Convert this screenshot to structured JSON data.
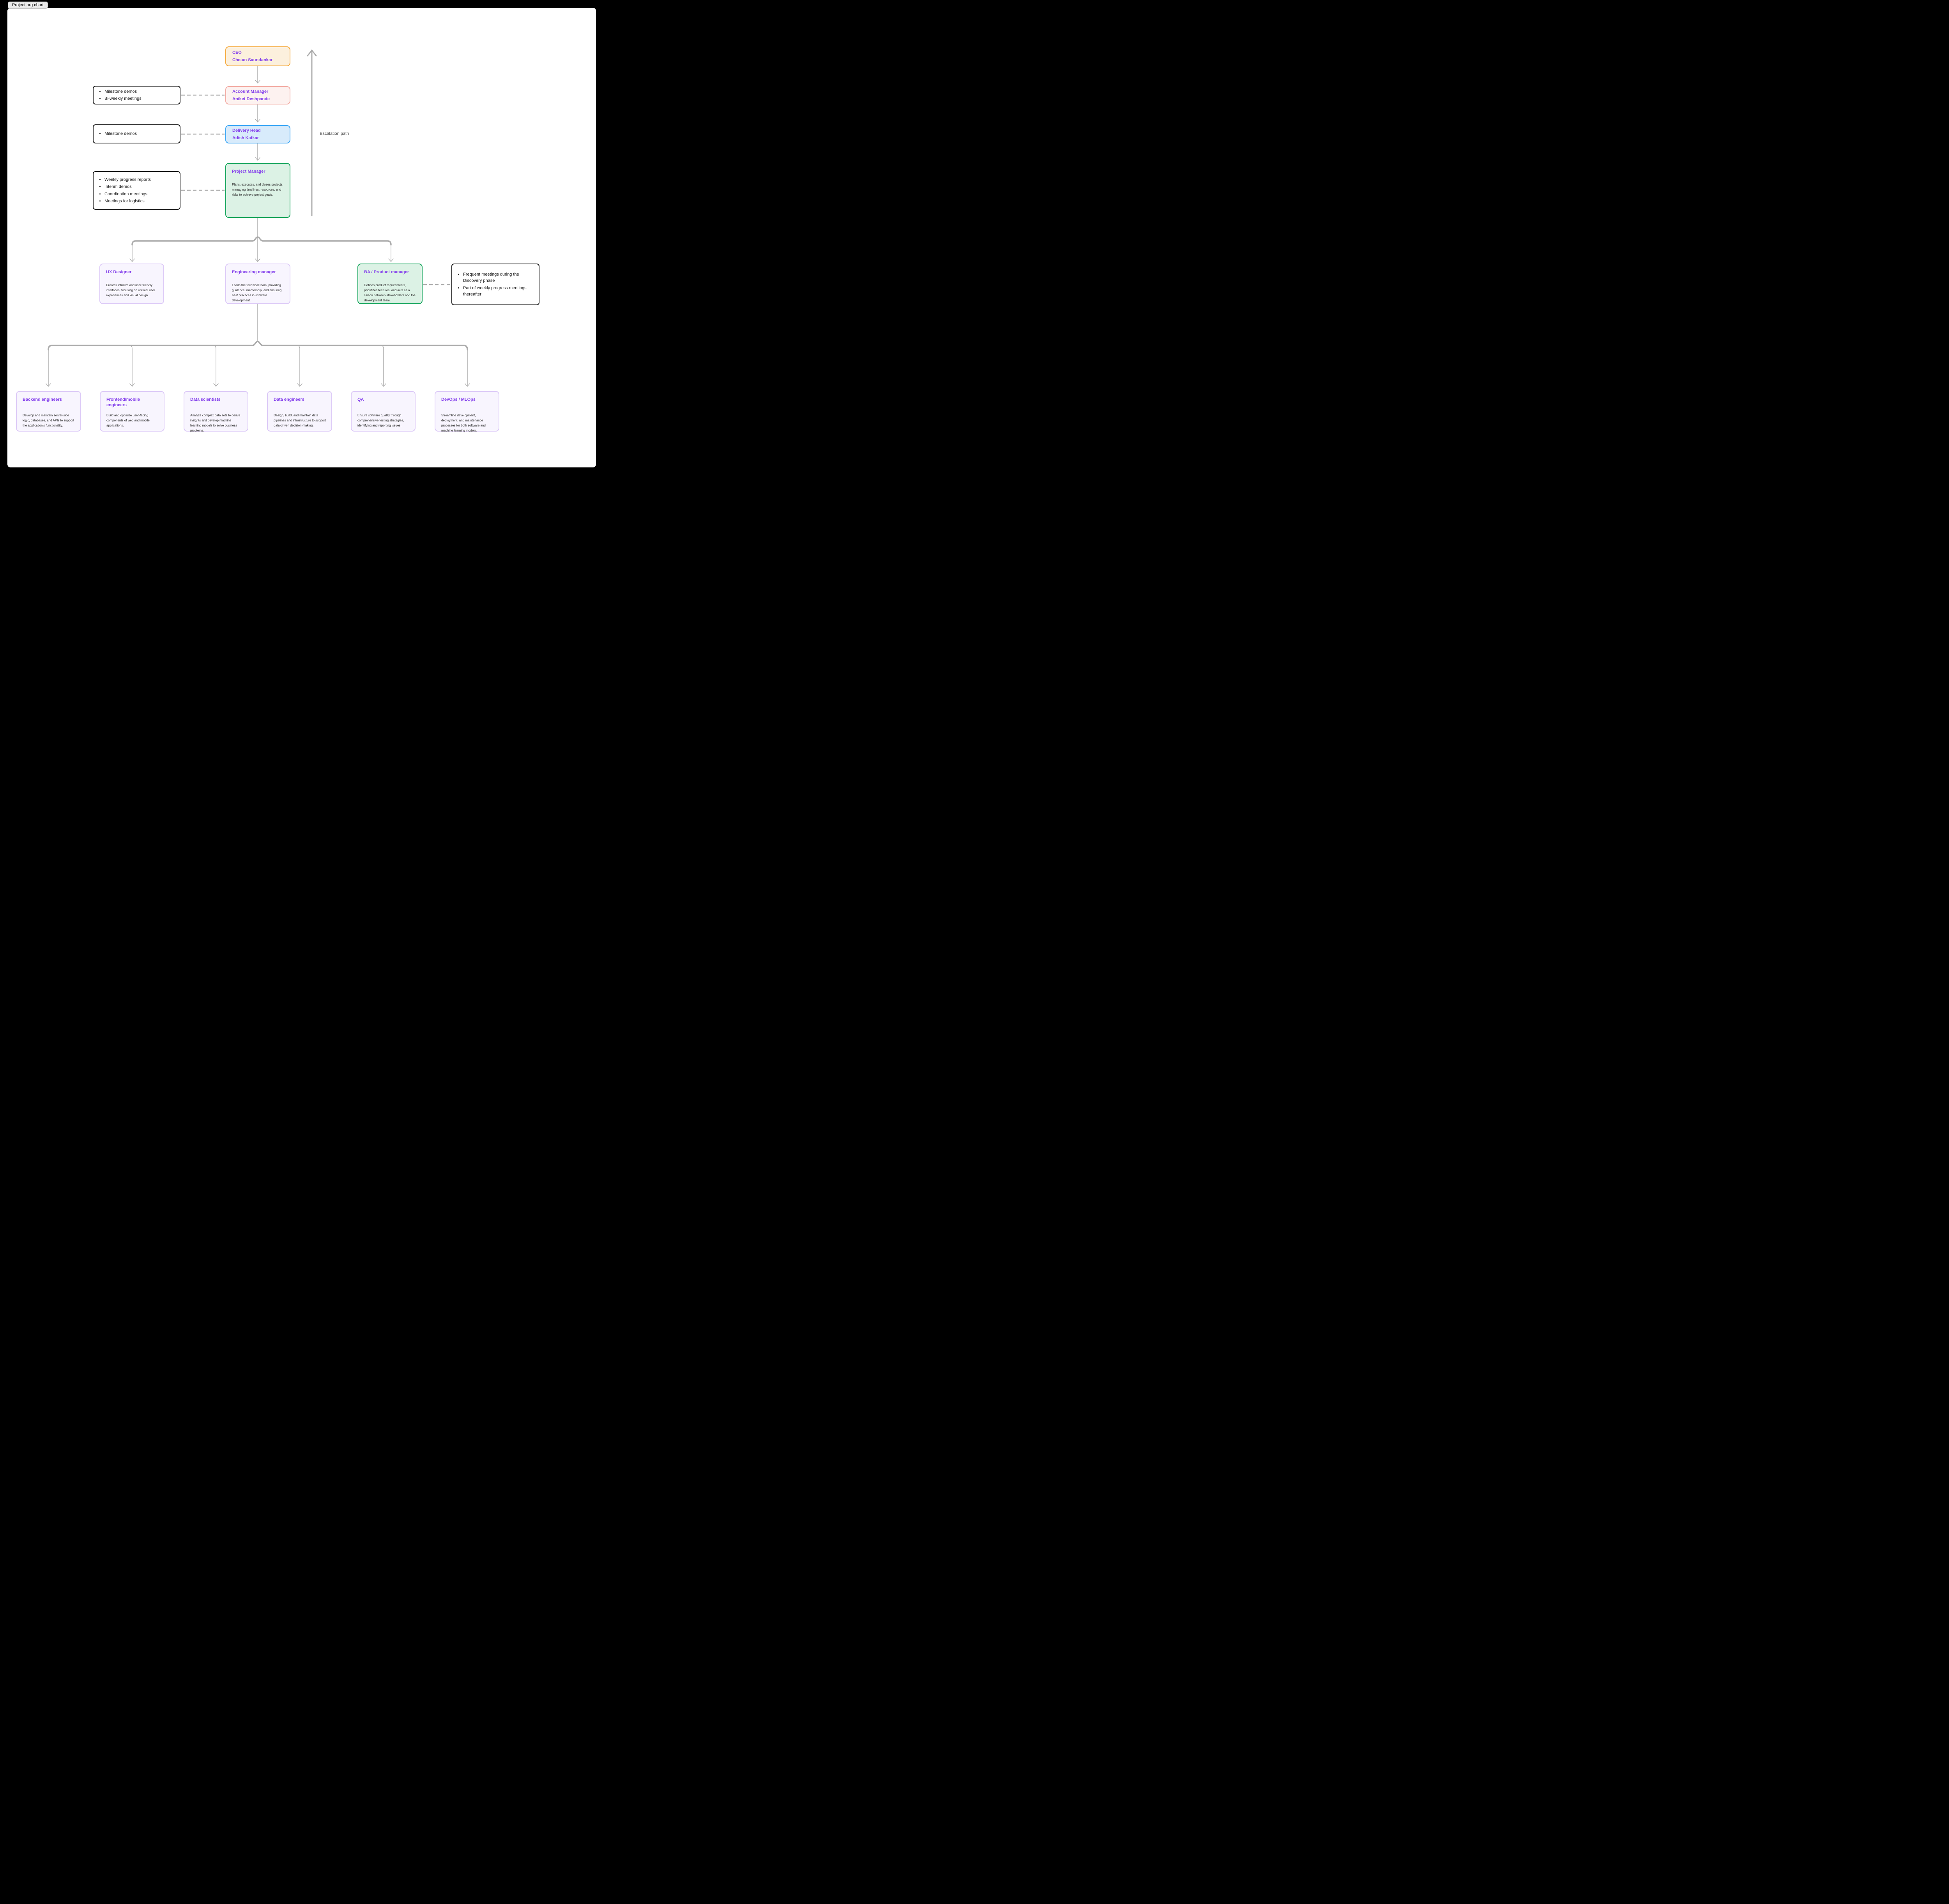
{
  "page_label": "Project org chart",
  "escalation_label": "Escalation path",
  "nodes": {
    "ceo": {
      "title": "CEO",
      "name": "Chetan Saundankar"
    },
    "account_manager": {
      "title": "Account Manager",
      "name": "Aniket Deshpande"
    },
    "delivery_head": {
      "title": "Delivery Head",
      "name": "Adish Katkar"
    },
    "project_manager": {
      "title": "Project Manager",
      "description": "Plans, executes, and closes projects, managing timelines, resources, and risks to achieve project goals."
    },
    "ux_designer": {
      "title": "UX Designer",
      "description": "Creates intuitive and user-friendly interfaces, focusing on optimal user experiences and visual design."
    },
    "engineering_manager": {
      "title": "Engineering manager",
      "description": "Leads the technical team, providing guidance, mentorship, and ensuring best practices in software development."
    },
    "ba_product_manager": {
      "title": "BA / Product manager",
      "description": "Defines product requirements, prioritizes features, and acts as a liaison between stakeholders and the development team."
    },
    "backend_engineers": {
      "title": "Backend engineers",
      "description": "Develop and maintain server-side logic, databases, and APIs to support the application's functionality."
    },
    "frontend_mobile_engineers": {
      "title": "Frontend/mobile engineers",
      "description": "Build and optimize user-facing components of web and mobile applications."
    },
    "data_scientists": {
      "title": "Data scientists",
      "description": "Analyze complex data sets to derive insights and develop machine learning models to solve business problems."
    },
    "data_engineers": {
      "title": "Data engineers",
      "description": "Design, build, and maintain data pipelines and infrastructure to support data-driven decision-making."
    },
    "qa": {
      "title": "QA",
      "description": "Ensure software quality through comprehensive testing strategies, identifying and reporting issues."
    },
    "devops_mlops": {
      "title": "DevOps / MLOps",
      "description": "Streamline development, deployment, and maintenance processes for both software and machine learning models."
    }
  },
  "annotations": {
    "account_manager_notes": [
      "Milestone demos",
      "Bi-weekly meetings"
    ],
    "delivery_head_notes": [
      "Milestone demos"
    ],
    "project_manager_notes": [
      "Weekly progress reports",
      "Interim demos",
      "Coordination meetings",
      "Meetings for logistics"
    ],
    "ba_notes": [
      "Frequent meetings during the Discovery phase",
      "Part of weekly progress meetings thereafter"
    ]
  },
  "colors": {
    "accent_title": "#8440EB",
    "ceo_border": "#F5A93B",
    "ceo_fill": "#FCF0DD",
    "am_border": "#F2ABA3",
    "am_fill": "#FDF2F0",
    "dh_border": "#3CA7F5",
    "dh_fill": "#D8EBFB",
    "green_border": "#12A45A",
    "green_fill": "#DCF2E5",
    "purple_border": "#DCC9F7",
    "purple_fill": "#F8F5FE",
    "note_border": "#1A1A1A",
    "connector": "#ABABAB",
    "canvas_bg": "#FFFFFF",
    "page_bg": "#000000"
  }
}
